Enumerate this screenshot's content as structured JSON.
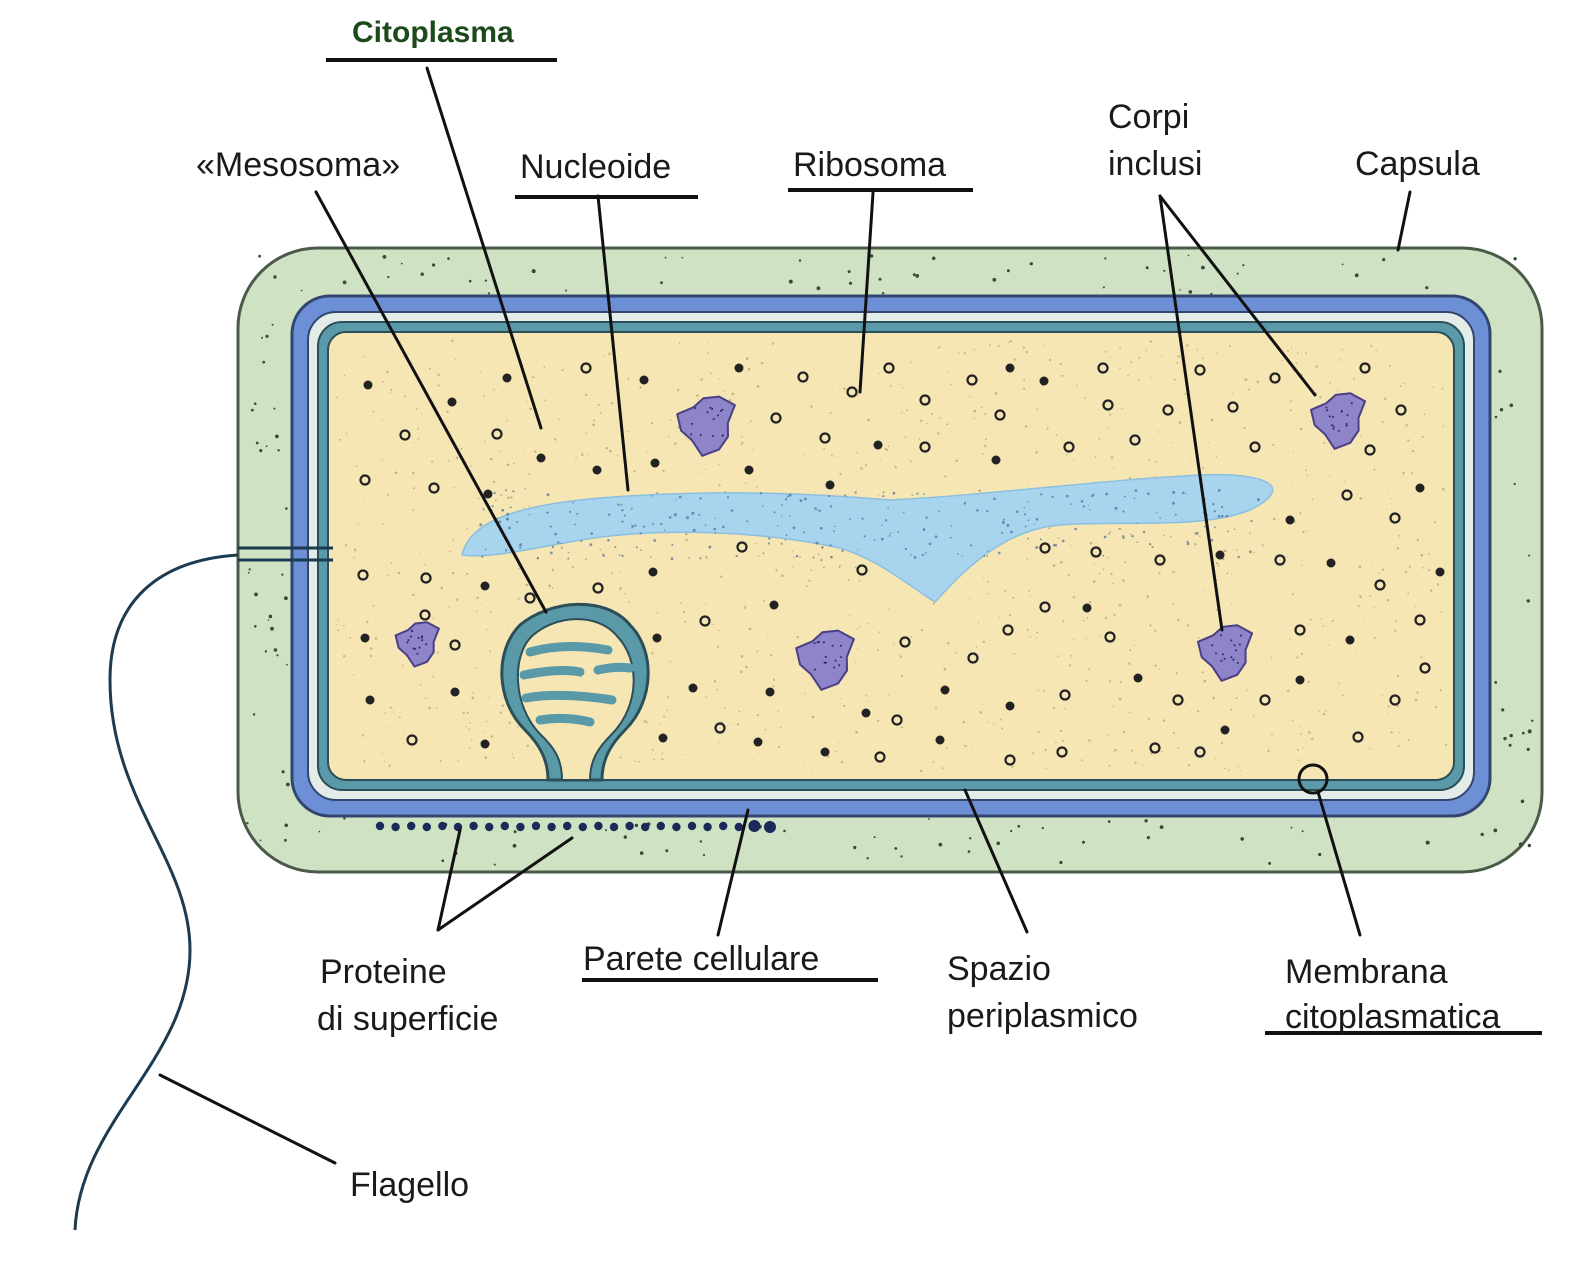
{
  "labels": {
    "citoplasma": "Citoplasma",
    "mesosoma": "«Mesosoma»",
    "nucleoide": "Nucleoide",
    "ribosoma": "Ribosoma",
    "corpi_line1": "Corpi",
    "corpi_line2": "inclusi",
    "capsula": "Capsula",
    "proteine_line1": "Proteine",
    "proteine_line2": "di superficie",
    "parete": "Parete cellulare",
    "spazio_line1": "Spazio",
    "spazio_line2": "periplasmico",
    "membrana_line1": "Membrana",
    "membrana_line2": "citoplasmatica",
    "flagello": "Flagello"
  },
  "colors": {
    "capsule": "#cfe3c4",
    "cell_wall": "#6c8fd6",
    "periplasm": "#e3ece8",
    "membrane": "#5a9aa8",
    "cytoplasm": "#f6e6b4",
    "nucleoid": "#a9d4ee",
    "inclusion": "#8e84c9",
    "title_green": "#1d4a1a",
    "ink": "#111111"
  }
}
